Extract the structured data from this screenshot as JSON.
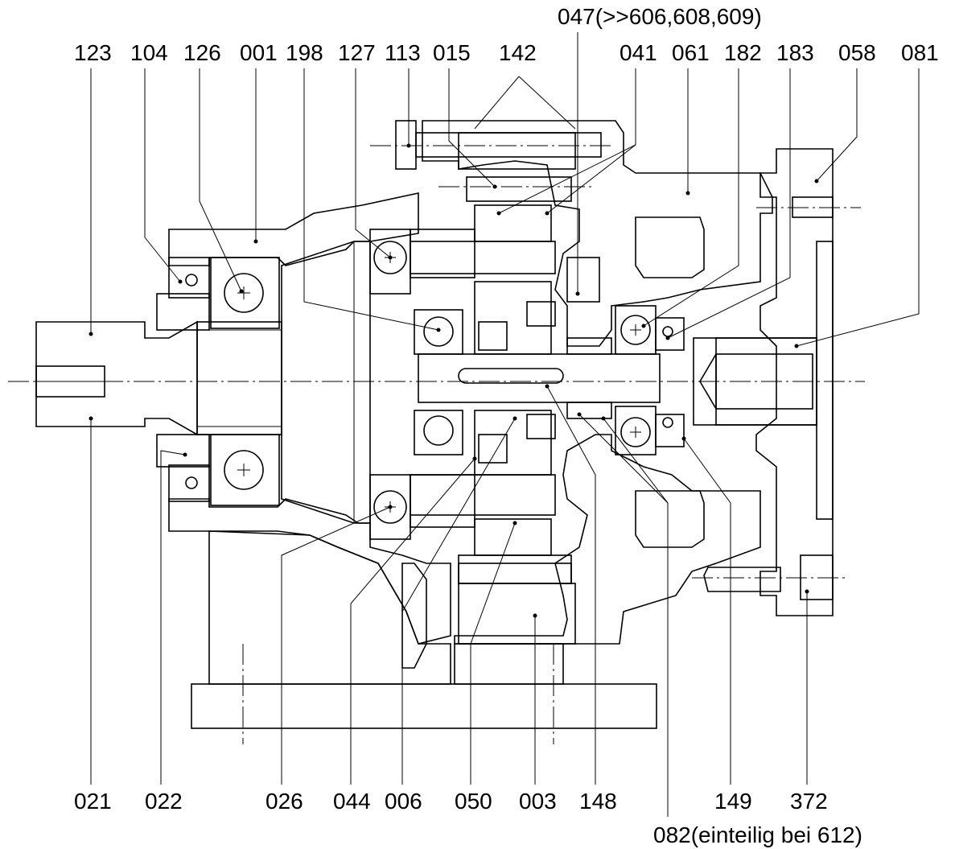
{
  "drawing": {
    "top_labels": [
      "123",
      "104",
      "126",
      "001",
      "198",
      "127",
      "113",
      "015",
      "142",
      "041",
      "061",
      "182",
      "183",
      "058",
      "081"
    ],
    "top_extra_label": "047(>>606,608,609)",
    "bottom_labels": [
      "021",
      "022",
      "026",
      "044",
      "006",
      "050",
      "003",
      "148",
      "149",
      "372"
    ],
    "bottom_extra_label": "082(einteilig bei 612)"
  }
}
